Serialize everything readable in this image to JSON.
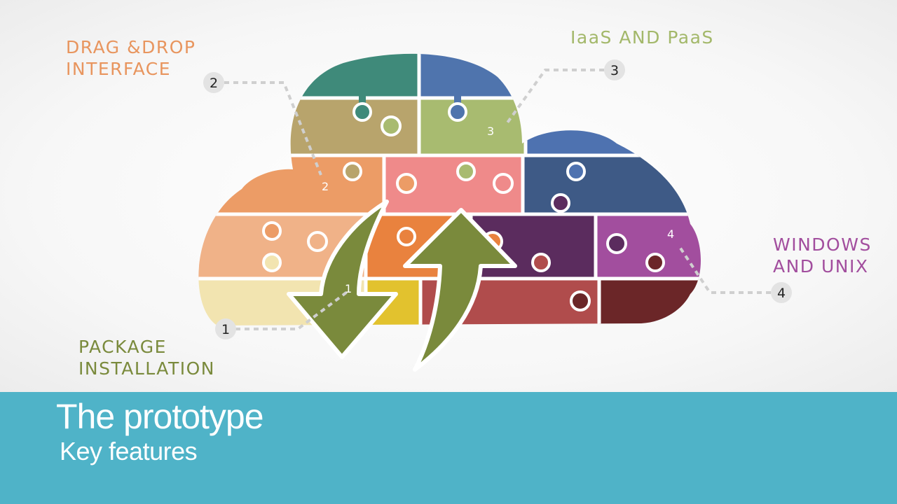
{
  "slide": {
    "title": "The prototype",
    "subtitle": "Key features"
  },
  "features": [
    {
      "number": "1",
      "label_lines": [
        "PACKAGE",
        "INSTALLATION"
      ],
      "color": "#7a8a3c"
    },
    {
      "number": "2",
      "label_lines": [
        "DRAG &DROP",
        "INTERFACE"
      ],
      "color": "#e8955e"
    },
    {
      "number": "3",
      "label_lines": [
        "IaaS AND PaaS"
      ],
      "color": "#a3b86a"
    },
    {
      "number": "4",
      "label_lines": [
        "WINDOWS",
        "AND UNIX"
      ],
      "color": "#a24e9e"
    }
  ],
  "colors": {
    "banner": "#4fb3c8",
    "arrows": "#7a8a3c",
    "marker": "#e3e3e3",
    "leader": "#cfcfcf"
  },
  "icons": [
    "cloud-puzzle-icon",
    "sync-arrows-icon"
  ]
}
